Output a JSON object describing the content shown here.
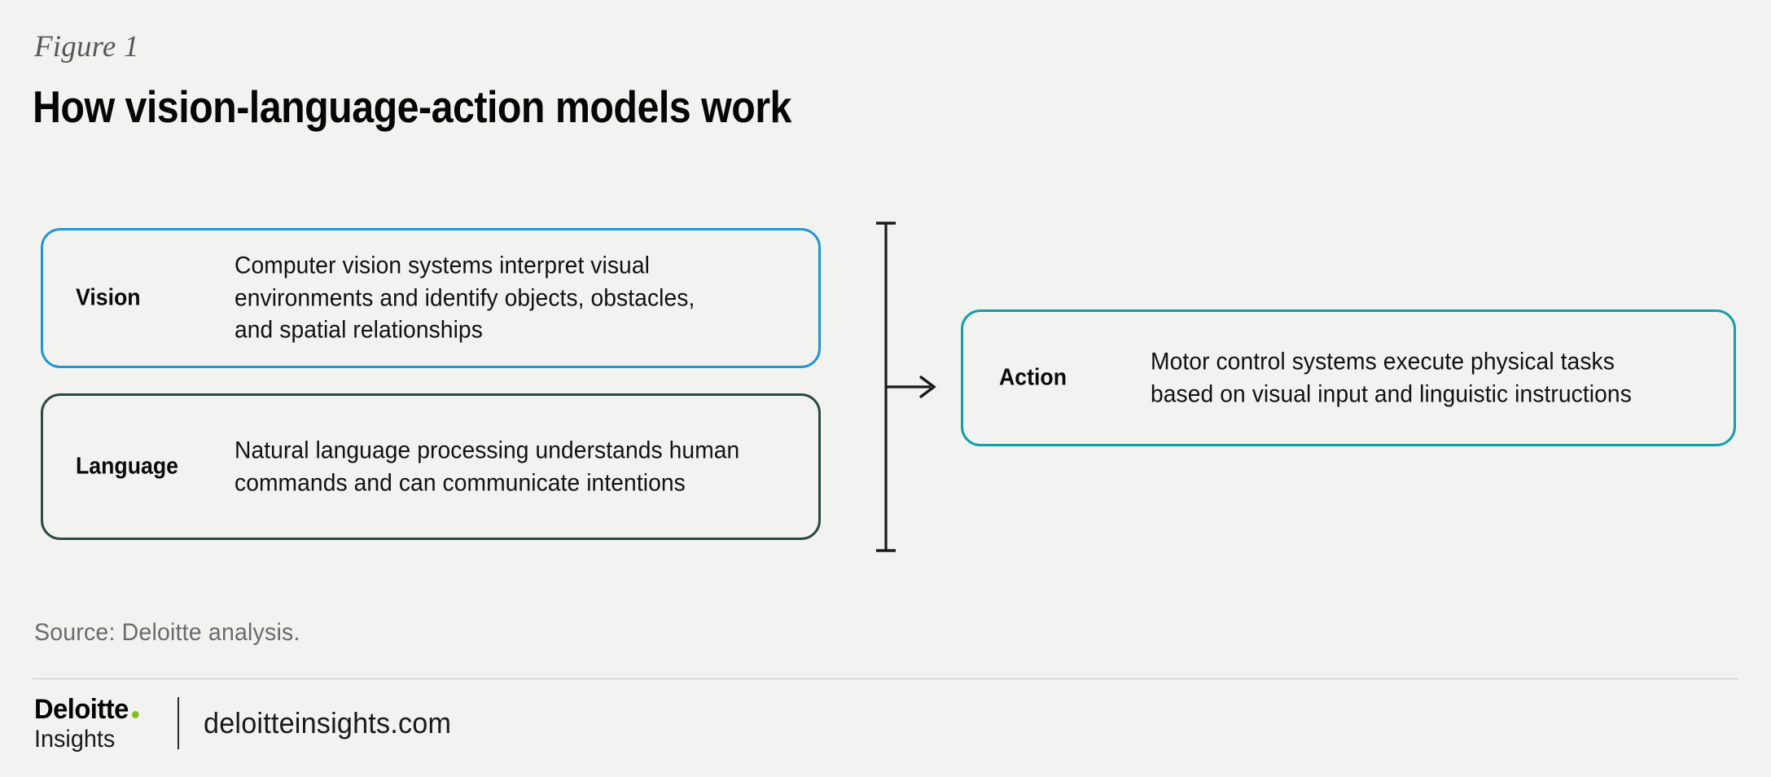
{
  "figure": {
    "eyebrow": "Figure 1",
    "title": "How vision-language-action models work"
  },
  "colors": {
    "background": "#f2f2f1",
    "vision_border": "#2196d6",
    "language_border": "#2d4a42",
    "action_border": "#12a0a5",
    "connector": "#1a1a1a",
    "deloitte_green": "#86bc25",
    "eyebrow_text": "#58585a",
    "source_text": "#6b6b6d"
  },
  "diagram": {
    "inputs": [
      {
        "id": "vision",
        "label": "Vision",
        "description": "Computer vision systems interpret visual\nenvironments and identify objects, obstacles,\nand spatial relationships",
        "border_color": "#2196d6"
      },
      {
        "id": "language",
        "label": "Language",
        "description": "Natural language processing understands human\ncommands and can communicate intentions",
        "border_color": "#2d4a42"
      }
    ],
    "connector": {
      "type": "bracket-arrow",
      "direction": "right",
      "icon": "arrow-right-icon"
    },
    "output": {
      "id": "action",
      "label": "Action",
      "description": "Motor control systems execute physical tasks\nbased on visual input and linguistic instructions",
      "border_color": "#12a0a5"
    }
  },
  "footer": {
    "source": "Source: Deloitte analysis.",
    "logo_name": "Deloitte",
    "logo_sub": "Insights",
    "url": "deloitteinsights.com"
  },
  "chart_data": {
    "type": "diagram",
    "title": "How vision-language-action models work",
    "subtitle": "Figure 1",
    "nodes": [
      {
        "id": "vision",
        "label": "Vision",
        "text": "Computer vision systems interpret visual environments and identify objects, obstacles, and spatial relationships",
        "role": "input",
        "color": "#2196d6"
      },
      {
        "id": "language",
        "label": "Language",
        "text": "Natural language processing understands human commands and can communicate intentions",
        "role": "input",
        "color": "#2d4a42"
      },
      {
        "id": "action",
        "label": "Action",
        "text": "Motor control systems execute physical tasks based on visual input and linguistic instructions",
        "role": "output",
        "color": "#12a0a5"
      }
    ],
    "edges": [
      {
        "from": "vision",
        "to": "action",
        "style": "bracket-arrow"
      },
      {
        "from": "language",
        "to": "action",
        "style": "bracket-arrow"
      }
    ],
    "source": "Source: Deloitte analysis."
  }
}
